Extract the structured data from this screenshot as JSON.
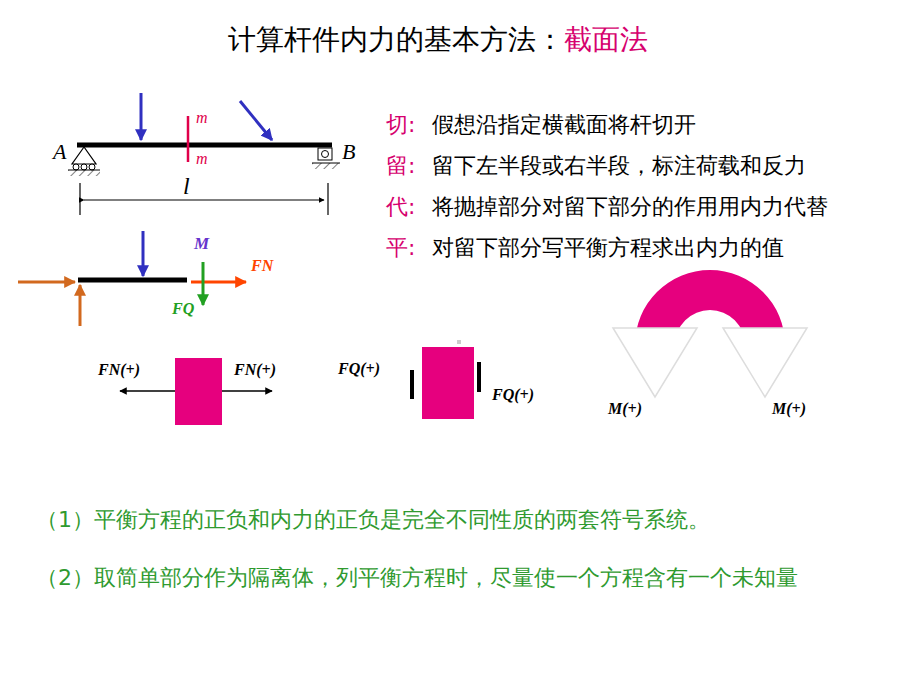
{
  "diagram": {
    "title": "计算杆件内力的基本方法：",
    "labels": [
      "截面法",
      "m",
      "m",
      "A",
      "B",
      "l",
      "M",
      "FN",
      "FQ",
      "切:",
      "假想沿指定横截面将杆切开",
      "留:",
      "留下左半段或右半段，标注荷载和反力",
      "代:",
      "将抛掉部分对留下部分的作用用内力代替",
      "平:",
      "对留下部分写平衡方程求出内力的值",
      "FN(+)",
      "FN(+)",
      "FQ(+)",
      "FQ(+)",
      "M(+)",
      "M(+)",
      "（1）平衡方程的正负和内力的正负是完全不同性质的两套符号系统。",
      "（2）取简单部分作为隔离体，列平衡方程时，尽量使一个方程含有一个未知量"
    ]
  }
}
